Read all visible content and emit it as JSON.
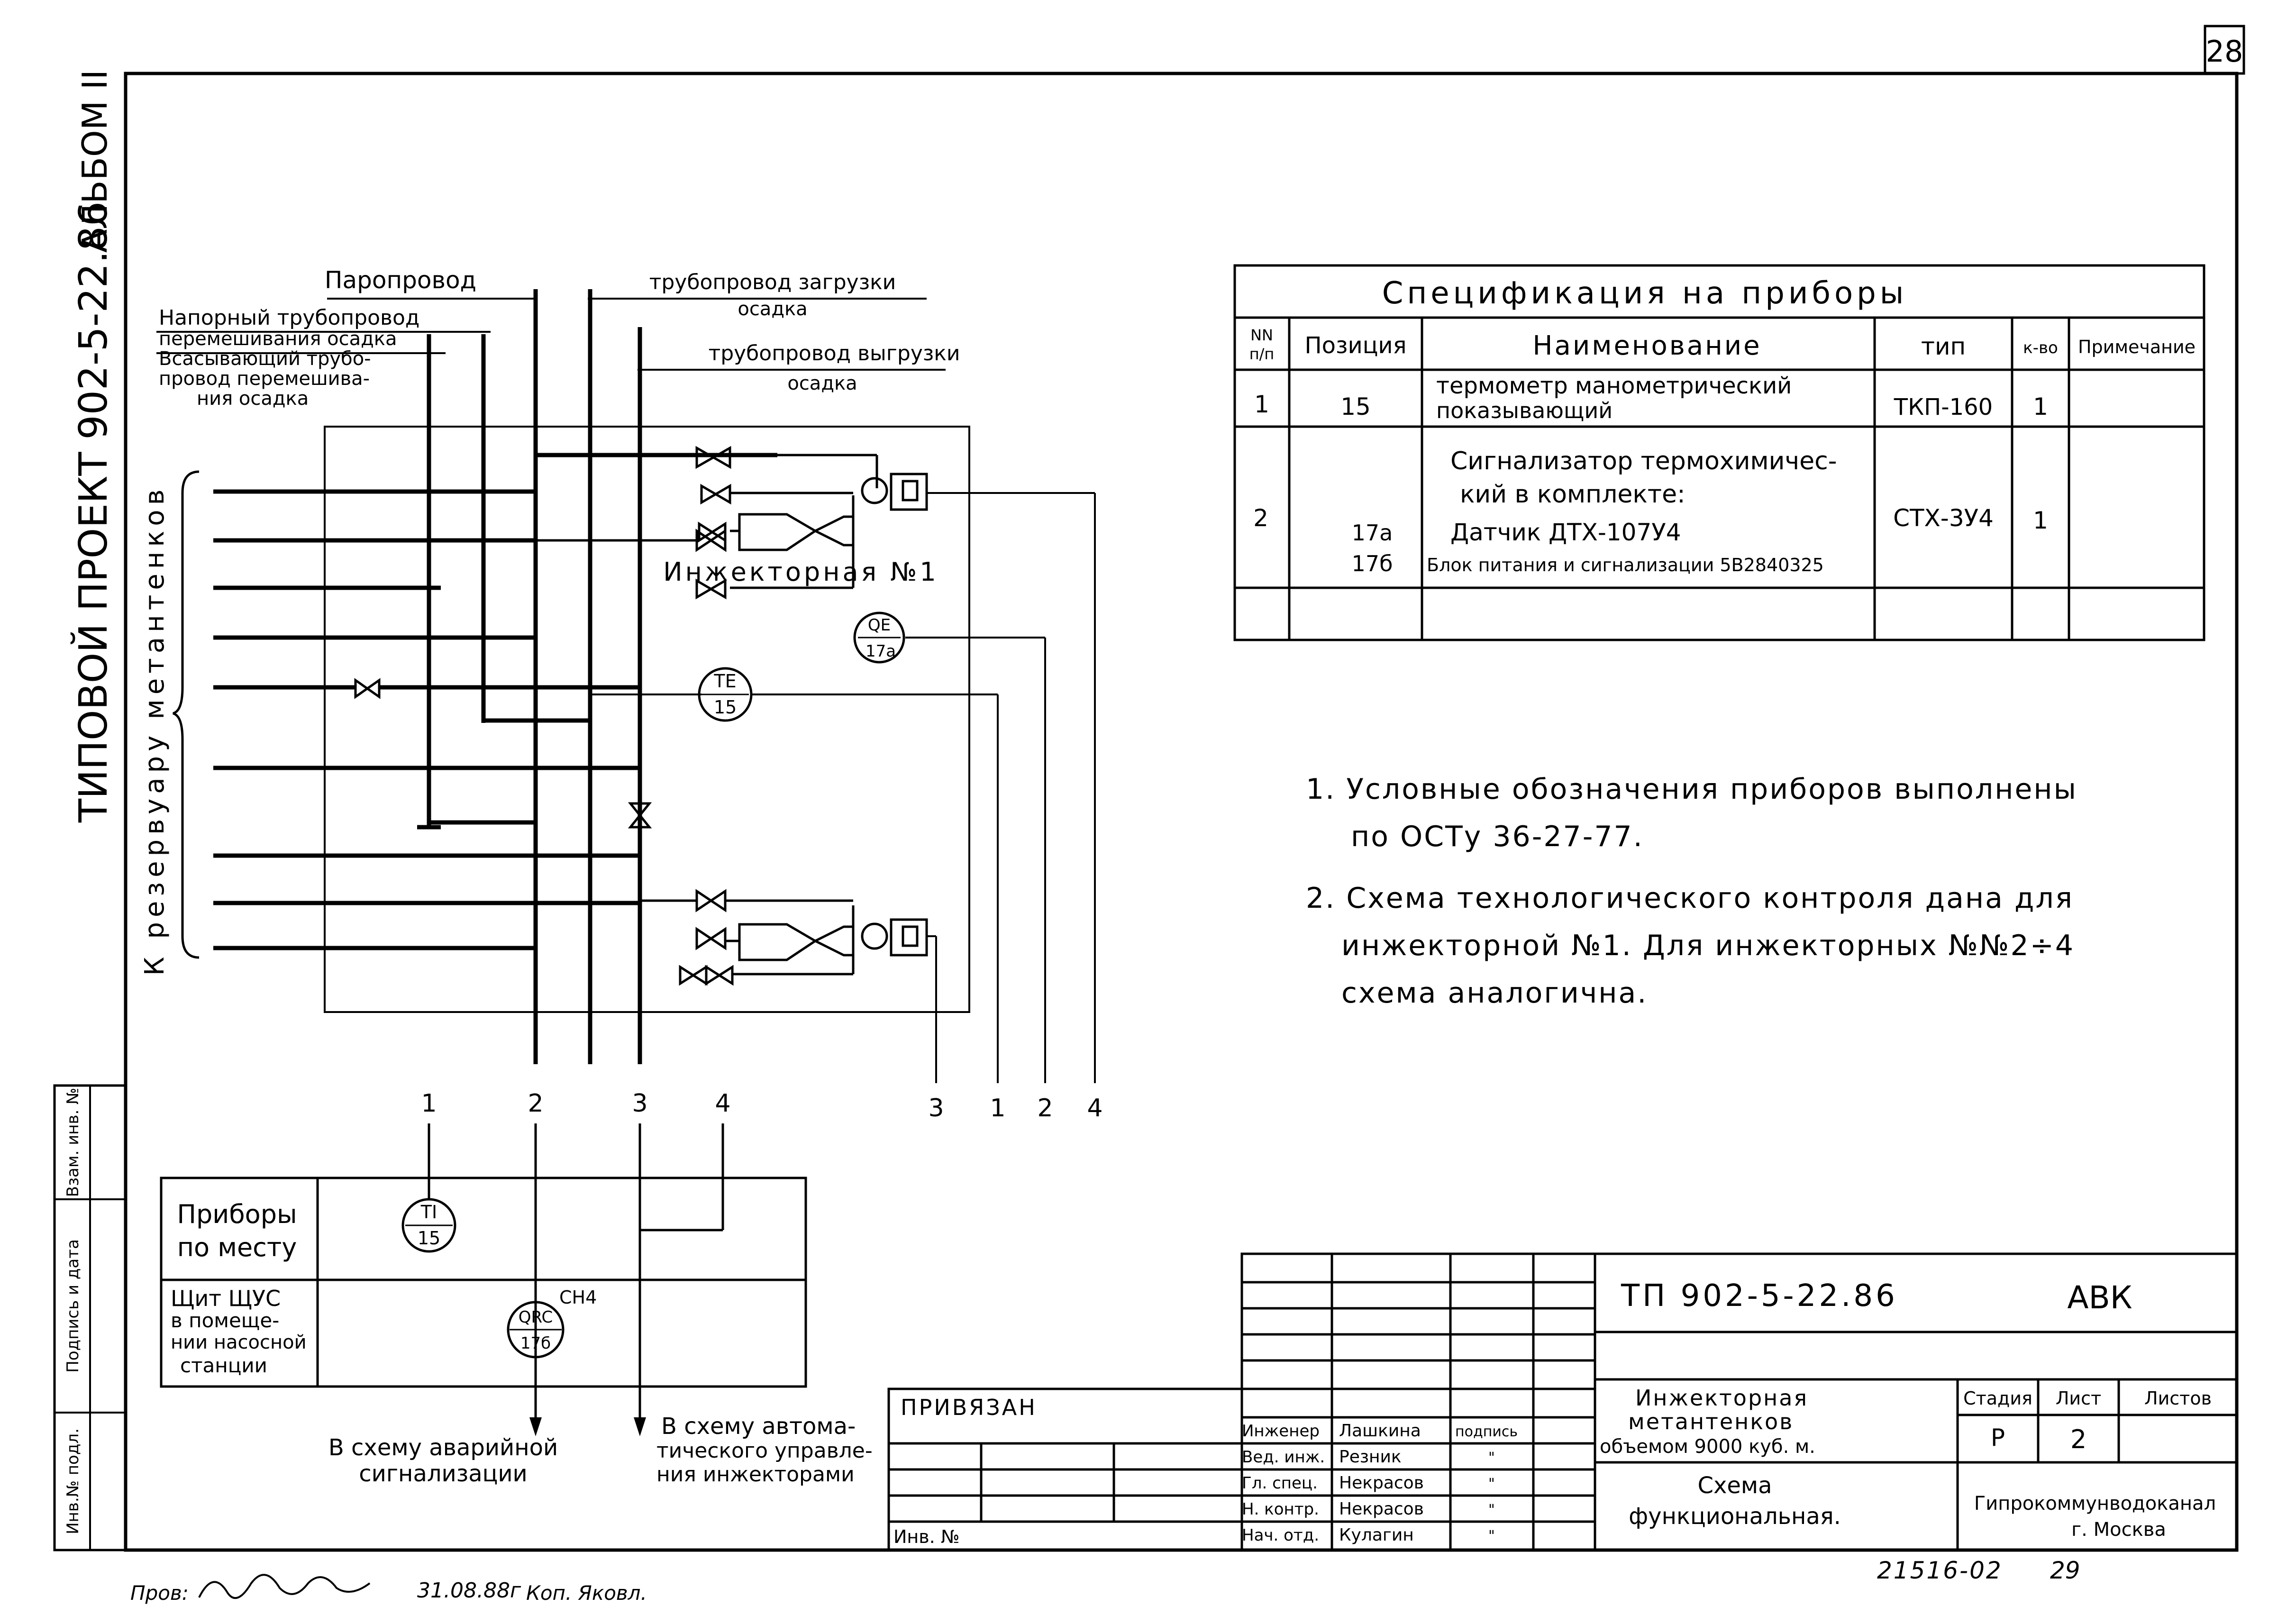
{
  "sheet_number": "28",
  "side_stamp": {
    "project": "ТИПОВОЙ ПРОЕКТ 902-5-22.86",
    "album": "АЛЬБОМ II"
  },
  "left_margin_labels": [
    "Инв.№ подл.",
    "Подпись и дата",
    "Взам. инв. №"
  ],
  "pipes": {
    "steam": "Паропровод",
    "pressure_1": "Напорный трубопровод",
    "pressure_2": "перемешивания осадка",
    "suction_1": "Всасывающий трубо-",
    "suction_2": "провод перемешива-",
    "suction_3": "ния осадка",
    "load_1": "трубопровод загрузки",
    "load_2": "осадка",
    "unload_1": "трубопровод выгрузки",
    "unload_2": "осадка"
  },
  "tank_label_a": "К резервуару",
  "tank_label_b": "метантенков",
  "injector_label": "Инжекторная №1",
  "instruments": {
    "qe_top": "QE",
    "qe_bottom": "17а",
    "te_top": "TE",
    "te_bottom": "15",
    "ti_top": "TI",
    "ti_bottom": "15",
    "qrc_top": "QRC",
    "qrc_bottom": "17б",
    "qrc_tag": "СН4"
  },
  "connection_numbers": {
    "top": [
      "1",
      "2",
      "3",
      "4"
    ],
    "right": [
      "3",
      "1",
      "2",
      "4"
    ]
  },
  "lower_table": {
    "row1_a": "Приборы",
    "row1_b": "по месту",
    "row2_a": "Щит ЩУС",
    "row2_b": "в помеще-",
    "row2_c": "нии насосной",
    "row2_d": "станции"
  },
  "outputs": {
    "alarm_1": "В схему аварийной",
    "alarm_2": "сигнализации",
    "auto_1": "В схему автома-",
    "auto_2": "тического управле-",
    "auto_3": "ния инжекторами"
  },
  "spec": {
    "title": "Спецификация на приборы",
    "headers": {
      "num_top": "NN",
      "num_bottom": "п/п",
      "position": "Позиция",
      "name": "Наименование",
      "type": "тип",
      "qty": "к-во",
      "note": "Примечание"
    },
    "row1": {
      "num": "1",
      "position": "15",
      "name_1": "термометр манометрический",
      "name_2": "показывающий",
      "type": "ТКП-160",
      "qty": "1"
    },
    "row2": {
      "num": "2",
      "pos_a": "17а",
      "pos_b": "17б",
      "name_1": "Сигнализатор термохимичес-",
      "name_2": "кий в комплекте:",
      "name_3": "Датчик ДТХ-107У4",
      "name_4": "Блок питания и сигнализации 5В2840325",
      "type": "СТХ-3У4",
      "qty": "1"
    }
  },
  "notes": {
    "n1_a": "1. Условные обозначения приборов выполнены",
    "n1_b": "по ОСТу 36-27-77.",
    "n2_a": "2. Схема технологического контроля дана для",
    "n2_b": "инжекторной №1. Для инжекторных №№2÷4",
    "n2_c": "схема аналогична."
  },
  "title_block": {
    "code": "ТП 902-5-22.86",
    "mark": "АВК",
    "privyazan": "ПРИВЯЗАН",
    "inv": "Инв. №",
    "object_1": "Инжекторная",
    "object_2": "метантенков",
    "object_3": "объемом 9000 куб. м.",
    "drawing_1": "Схема",
    "drawing_2": "функциональная.",
    "stage_label": "Стадия",
    "sheet_label": "Лист",
    "sheets_label": "Листов",
    "stage": "Р",
    "sheet": "2",
    "org_1": "Гипрокоммунводоканал",
    "org_2": "г. Москва",
    "people": [
      {
        "role": "Инженер",
        "name": "Лашкина",
        "sign": "подпись"
      },
      {
        "role": "Вед. инж.",
        "name": "Резник",
        "sign": "\""
      },
      {
        "role": "Гл. спец.",
        "name": "Некрасов",
        "sign": "\""
      },
      {
        "role": "Н. контр.",
        "name": "Некрасов",
        "sign": "\""
      },
      {
        "role": "Нач. отд.",
        "name": "Кулагин",
        "sign": "\""
      }
    ]
  },
  "footer": {
    "doc_number": "21516-02",
    "page": "29",
    "checked": "Пров:",
    "date": "31.08.88г",
    "copy": "Коп. Яковл."
  }
}
